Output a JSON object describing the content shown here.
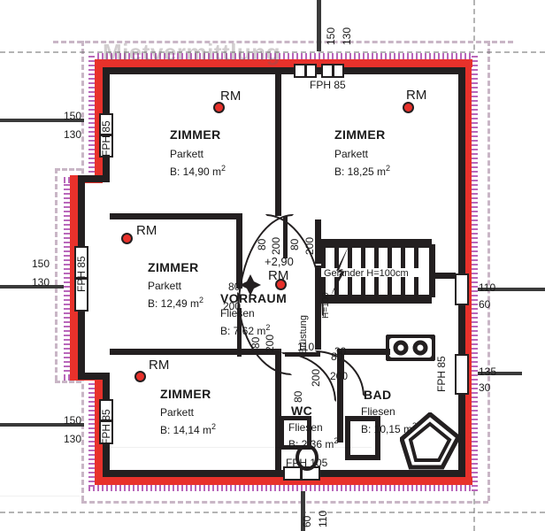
{
  "document": {
    "type": "architectural-floor-plan",
    "watermark": "Mietvermittlung",
    "elevation_marker": "+2,90"
  },
  "rooms": [
    {
      "id": "zimmer-tl",
      "name": "ZIMMER",
      "floor": "Parkett",
      "area_label": "B: 14,90 m",
      "area_unit": "2"
    },
    {
      "id": "zimmer-tr",
      "name": "ZIMMER",
      "floor": "Parkett",
      "area_label": "B: 18,25 m",
      "area_unit": "2"
    },
    {
      "id": "zimmer-ml",
      "name": "ZIMMER",
      "floor": "Parkett",
      "area_label": "B: 12,49 m",
      "area_unit": "2"
    },
    {
      "id": "zimmer-bl",
      "name": "ZIMMER",
      "floor": "Parkett",
      "area_label": "B: 14,14 m",
      "area_unit": "2"
    },
    {
      "id": "vorraum",
      "name": "VORRAUM",
      "floor": "Fliesen",
      "area_label": "B: 7,62 m",
      "area_unit": "2"
    },
    {
      "id": "wc",
      "name": "WC",
      "floor": "Fliesen",
      "area_label": "B: 2,36 m",
      "area_unit": "2"
    },
    {
      "id": "bad",
      "name": "BAD",
      "floor": "Fliesen",
      "area_label": "B: 10,15 m",
      "area_unit": "2"
    }
  ],
  "radiators": [
    {
      "label": "RM"
    },
    {
      "label": "RM"
    },
    {
      "label": "RM"
    },
    {
      "label": "RM"
    },
    {
      "label": "RM"
    }
  ],
  "stair": {
    "railing_label": "Geländer H=100cm",
    "balustrade_label": "Brüstung",
    "height_label": "H=100"
  },
  "window_dimensions": {
    "top": [
      {
        "width": "150",
        "height": "130"
      }
    ],
    "left": [
      {
        "width": "150",
        "height": "130"
      },
      {
        "width": "150",
        "height": "130"
      },
      {
        "width": "150",
        "height": "130"
      }
    ],
    "right": [
      {
        "width": "110",
        "height": "60"
      },
      {
        "width": "135",
        "height": "30"
      }
    ],
    "bottom": [
      {
        "width": "60",
        "height": "110"
      }
    ]
  },
  "sill_labels": [
    {
      "text": "FPH 85"
    },
    {
      "text": "FPH 85"
    },
    {
      "text": "FPH 85"
    },
    {
      "text": "FPH 85"
    },
    {
      "text": "FPH 85"
    },
    {
      "text": "FPH 105"
    }
  ],
  "door_dimensions": [
    {
      "width": "80",
      "height": "200"
    },
    {
      "width": "80",
      "height": "200"
    },
    {
      "width": "80",
      "height": "200"
    },
    {
      "width": "80",
      "height": "200"
    },
    {
      "width": "80",
      "height": "200"
    },
    {
      "width": "80",
      "height": "200"
    }
  ],
  "misc_labels": {
    "d110": "110",
    "d80": "80",
    "d200": "200",
    "d60": "60",
    "d30": "30",
    "d135": "135"
  },
  "colors": {
    "wall": "#231f20",
    "insulation_red": "#e8312b",
    "insulation_magenta": "#c26ec4",
    "radiator": "#e8312b",
    "property_line": "#c9b6c6",
    "axis": "#3a3a3a"
  }
}
